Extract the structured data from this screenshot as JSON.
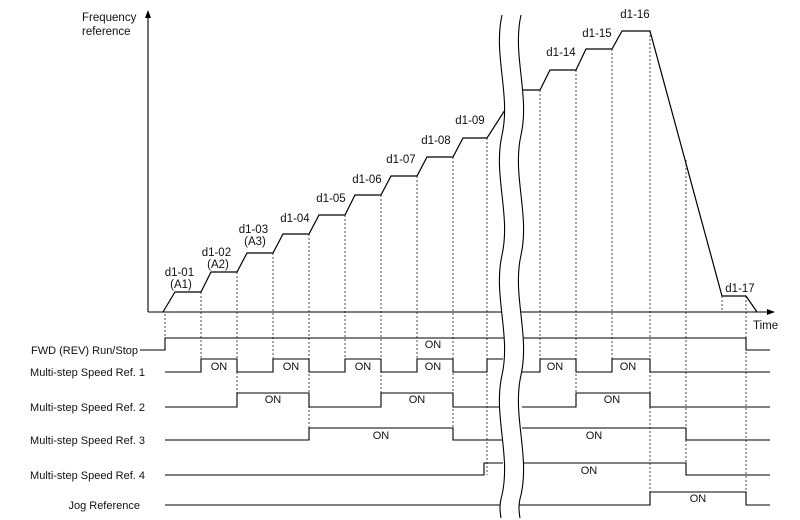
{
  "y_axis_label": [
    "Frequency",
    "reference"
  ],
  "x_axis_label": "Time",
  "on_text": "ON",
  "step_labels": [
    {
      "lines": [
        "d1-01",
        "(A1)"
      ]
    },
    {
      "lines": [
        "d1-02",
        "(A2)"
      ]
    },
    {
      "lines": [
        "d1-03",
        "(A3)"
      ]
    },
    {
      "lines": [
        "d1-04"
      ]
    },
    {
      "lines": [
        "d1-05"
      ]
    },
    {
      "lines": [
        "d1-06"
      ]
    },
    {
      "lines": [
        "d1-07"
      ]
    },
    {
      "lines": [
        "d1-08"
      ]
    },
    {
      "lines": [
        "d1-09"
      ]
    },
    {
      "lines": [
        "d1-14"
      ]
    },
    {
      "lines": [
        "d1-15"
      ]
    },
    {
      "lines": [
        "d1-16"
      ]
    },
    {
      "lines": [
        "d1-17"
      ]
    }
  ],
  "signals": [
    {
      "name": "FWD (REV) Run/Stop"
    },
    {
      "name": "Multi-step Speed Ref. 1"
    },
    {
      "name": "Multi-step Speed Ref. 2"
    },
    {
      "name": "Multi-step Speed Ref. 3"
    },
    {
      "name": "Multi-step Speed Ref. 4"
    },
    {
      "name": "Jog Reference"
    }
  ]
}
